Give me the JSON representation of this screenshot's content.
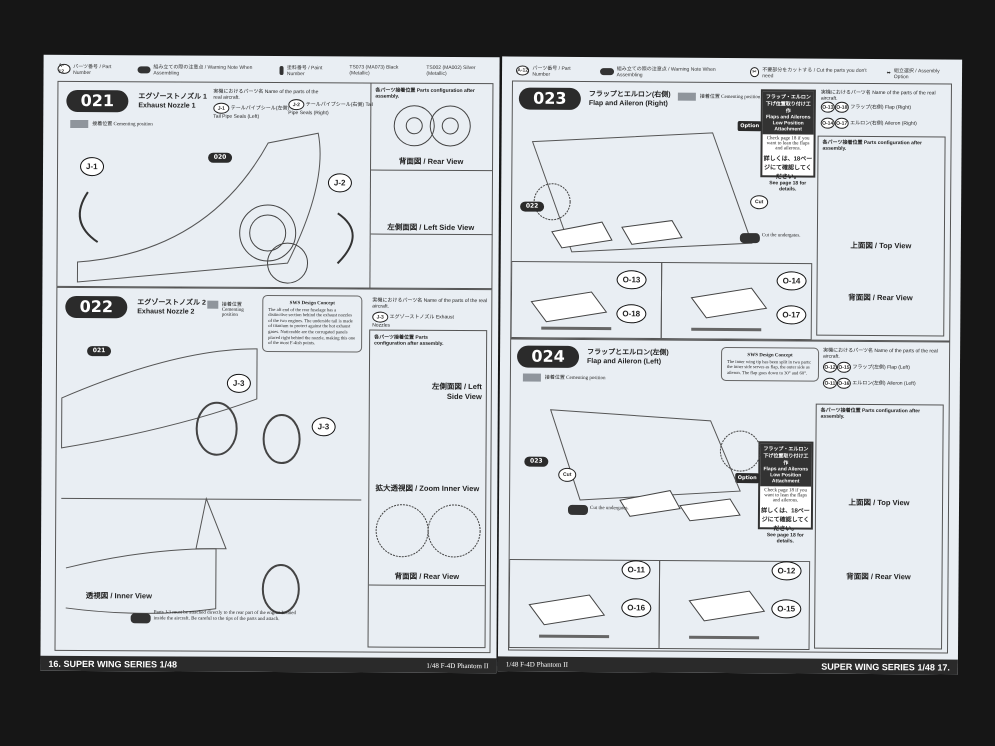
{
  "legend_left": {
    "part_number": "パーツ番号 / Part Number",
    "warning": "組み立ての際の注意点 / Warning Note When Assembling",
    "paint": "塗料番号 / Paint Number",
    "paint1": "TS073 (MA073) Black (Metallic)",
    "paint2": "TS002 (MA002) Silver (Metallic)",
    "sample": "A-12"
  },
  "legend_right": {
    "part_number": "パーツ番号 / Part Number",
    "warning": "組み立ての際の注意点 / Warning Note When Assembling",
    "cut": "不要部分をカットする / Cut the parts you don't need",
    "option": "組立選択 / Assembly Option",
    "sample": "A-12"
  },
  "common": {
    "cementing": "接着位置 Cementing position",
    "real_name": "実機におけるパーツ名 Name of the parts of the real aircraft.",
    "config": "各パーツ接着位置 Parts configuration after assembly.",
    "rear": "背面図 / Rear View",
    "left_side": "左側面図 / Left Side View",
    "top": "上面図 / Top View",
    "zoom": "拡大透視図 / Zoom Inner View",
    "inner": "透視図 / Inner View",
    "concept_title": "SWS Design Concept",
    "cut": "Cut",
    "option": "Option"
  },
  "steps": [
    {
      "num": "021",
      "jp": "エグゾーストノズル 1",
      "en": "Exhaust Nozzle 1",
      "ref": "020",
      "parts": [
        {
          "id": "J-1",
          "name": "テールパイプシール(左側) Tail Pipe Seals (Left)"
        },
        {
          "id": "J-2",
          "name": "テールパイプシール(右側) Tail Pipe Seals (Right)"
        }
      ]
    },
    {
      "num": "022",
      "jp": "エグゾーストノズル 2",
      "en": "Exhaust Nozzle 2",
      "ref": "021",
      "parts": [
        {
          "id": "J-3",
          "name": "エグゾーストノズル Exhaust Nozzles"
        }
      ],
      "concept": "The aft end of the rear fuselage has a distinctive section behind the exhaust nozzles of the two engines. The underside tail is made of titanium to protect against the hot exhaust gases. Noticeable are the corrugated panels placed right behind the nozzle, making this one of the most F-4ish points.",
      "warning": "Parts J-3 must be attached directly to the rear part of the engine located inside the aircraft. Be careful to the tips of the parts and attach."
    },
    {
      "num": "023",
      "jp": "フラップとエルロン(右側)",
      "en": "Flap and Aileron (Right)",
      "ref": "022",
      "parts": [
        {
          "id": "O-13",
          "id2": "O-18",
          "name": "フラップ(右側) Flap (Right)"
        },
        {
          "id": "O-14",
          "id2": "O-17",
          "name": "エルロン(右側) Aileron (Right)"
        }
      ],
      "warning": "Cut the undergates."
    },
    {
      "num": "024",
      "jp": "フラップとエルロン(左側)",
      "en": "Flap and Aileron (Left)",
      "ref": "023",
      "parts": [
        {
          "id": "O-12",
          "id2": "O-15",
          "name": "フラップ(左側) Flap (Left)"
        },
        {
          "id": "O-11",
          "id2": "O-16",
          "name": "エルロン(左側) Aileron (Left)"
        }
      ],
      "concept": "The inner wing tip has been split in two parts: the inner side serves as flap, the outer side as aileron. The flap goes down to 30° and 60°.",
      "warning": "Cut the undergates."
    }
  ],
  "option_box": {
    "title": "フラップ・エルロン 下げ位置取り付け工作",
    "subtitle": "Flaps and Ailerons Low Position Attachment",
    "text": "Check page 18 if you want to lean the flaps and ailerons.",
    "jp": "詳しくは、18ページにて確認してください。",
    "see": "See page 18 for details."
  },
  "footer": {
    "left_page": "16.",
    "right_page": "17.",
    "series": "SUPER WING SERIES 1/48",
    "kit": "1/48 F-4D Phantom II"
  }
}
